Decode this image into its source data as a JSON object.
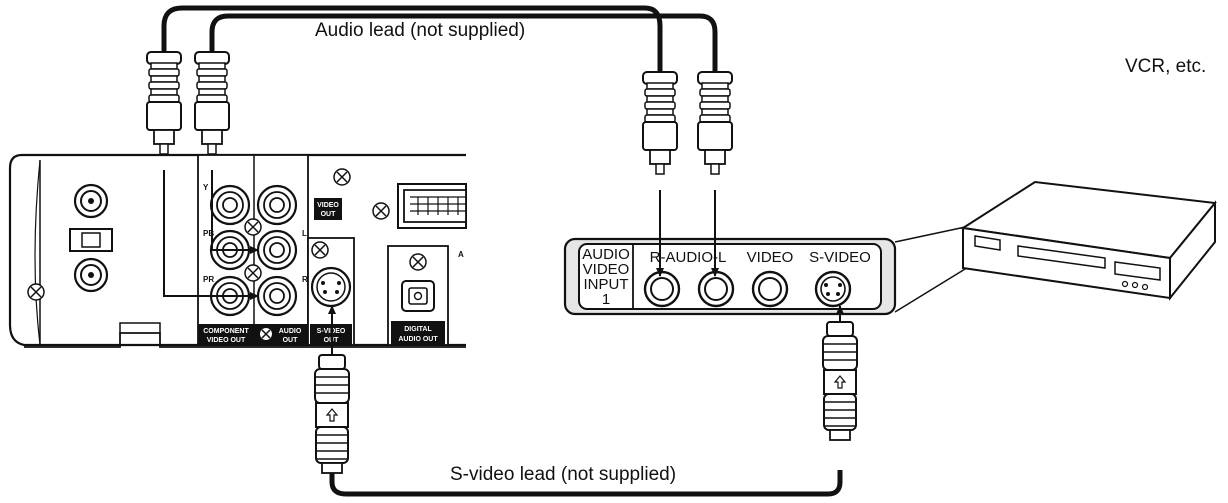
{
  "labels": {
    "audio_lead": "Audio lead (not supplied)",
    "svideo_lead": "S-video lead (not supplied)",
    "vcr": "VCR, etc."
  },
  "recorder": {
    "video_out": [
      "VIDEO",
      "OUT"
    ],
    "component_out": [
      "COMPONENT",
      "VIDEO OUT"
    ],
    "audio_out": [
      "AUDIO",
      "OUT"
    ],
    "svideo_out": [
      "S-VIDEO",
      "OUT"
    ],
    "digital_audio_out": [
      "DIGITAL",
      "AUDIO OUT"
    ],
    "jack_y": "Y",
    "jack_pb": "PB",
    "jack_pr": "PR",
    "jack_l": "L",
    "jack_r": "R",
    "partial_label": "A"
  },
  "vcr_panel": {
    "input_label": [
      "AUDIO",
      "VIDEO",
      "INPUT",
      "1"
    ],
    "r_audio_l": "R-AUDIO-L",
    "video": "VIDEO",
    "svideo": "S-VIDEO"
  },
  "colors": {
    "line": "#111111",
    "panel": "#e6e6e6",
    "white": "#ffffff"
  },
  "icons": [
    "screw-icon",
    "rca-plug-icon",
    "svideo-plug-icon",
    "arrow-icon"
  ]
}
